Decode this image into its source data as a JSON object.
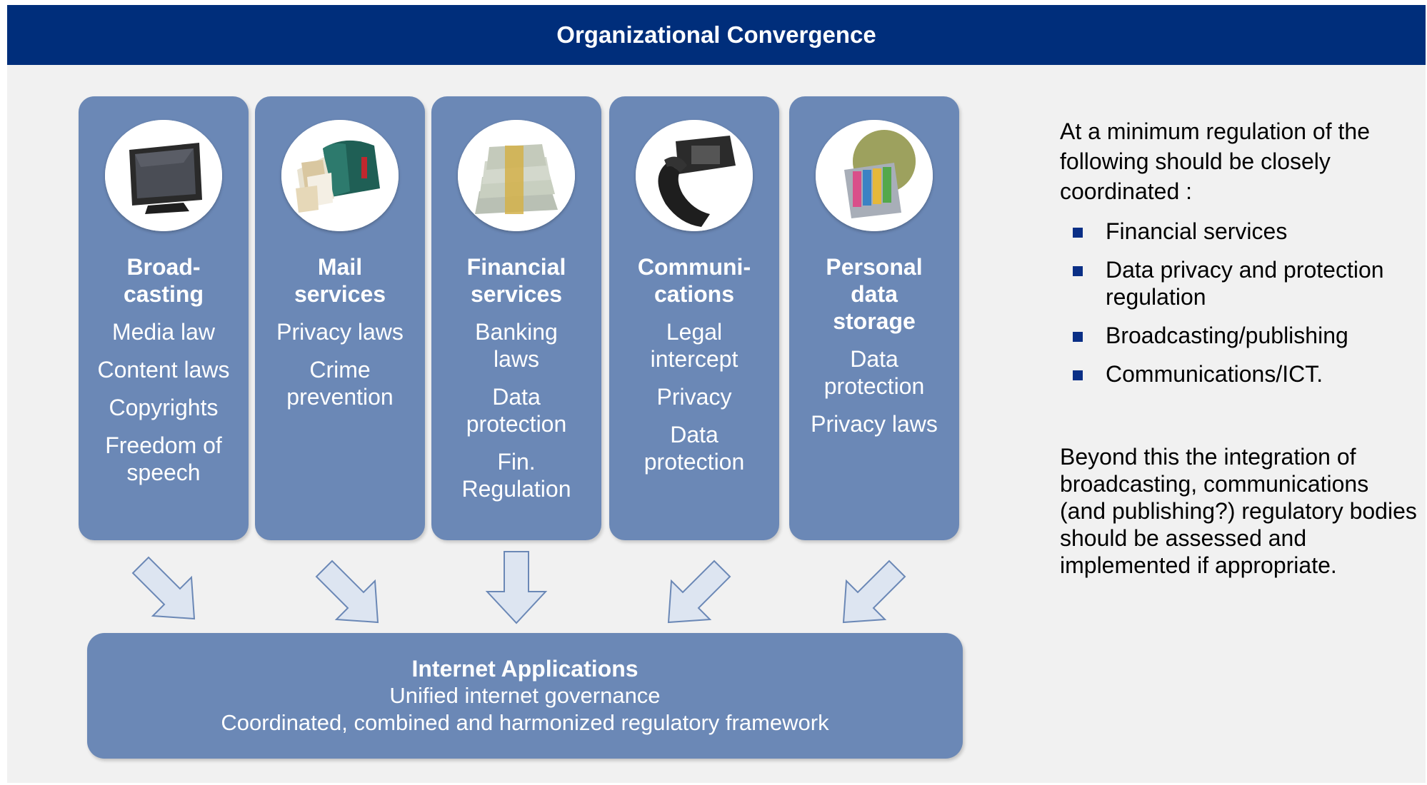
{
  "header": {
    "title": "Organizational Convergence"
  },
  "columns": [
    {
      "icon": "television-icon",
      "title": "Broad-\ncasting",
      "items": [
        "Media law",
        "Content laws",
        "Copyrights",
        "Freedom of speech"
      ]
    },
    {
      "icon": "mailbox-icon",
      "title": "Mail services",
      "items": [
        "Privacy laws",
        "Crime prevention"
      ]
    },
    {
      "icon": "money-stack-icon",
      "title": "Financial services",
      "items": [
        "Banking laws",
        "Data protection",
        "Fin. Regulation"
      ]
    },
    {
      "icon": "telephone-icon",
      "title": "Communi-\ncations",
      "items": [
        "Legal intercept",
        "Privacy",
        "Data protection"
      ]
    },
    {
      "icon": "file-storage-icon",
      "title": "Personal data storage",
      "items": [
        "Data protection",
        "Privacy laws"
      ]
    }
  ],
  "bottom": {
    "title": "Internet Applications",
    "line1": "Unified internet governance",
    "line2": "Coordinated, combined and harmonized regulatory framework"
  },
  "side": {
    "intro": "At a minimum regulation of the following should be closely coordinated :",
    "bullets": [
      "Financial services",
      "Data privacy and protection regulation",
      "Broadcasting/publishing",
      "Communications/ICT."
    ],
    "outro": "Beyond this the integration of broadcasting, communications (and publishing?) regulatory bodies should be assessed and implemented if appropriate."
  },
  "colors": {
    "header_bg": "#002e7b",
    "box_fill": "#6b88b6",
    "arrow_fill": "#dde5f1",
    "arrow_stroke": "#6b88b6",
    "bullet": "#0a2f86"
  }
}
